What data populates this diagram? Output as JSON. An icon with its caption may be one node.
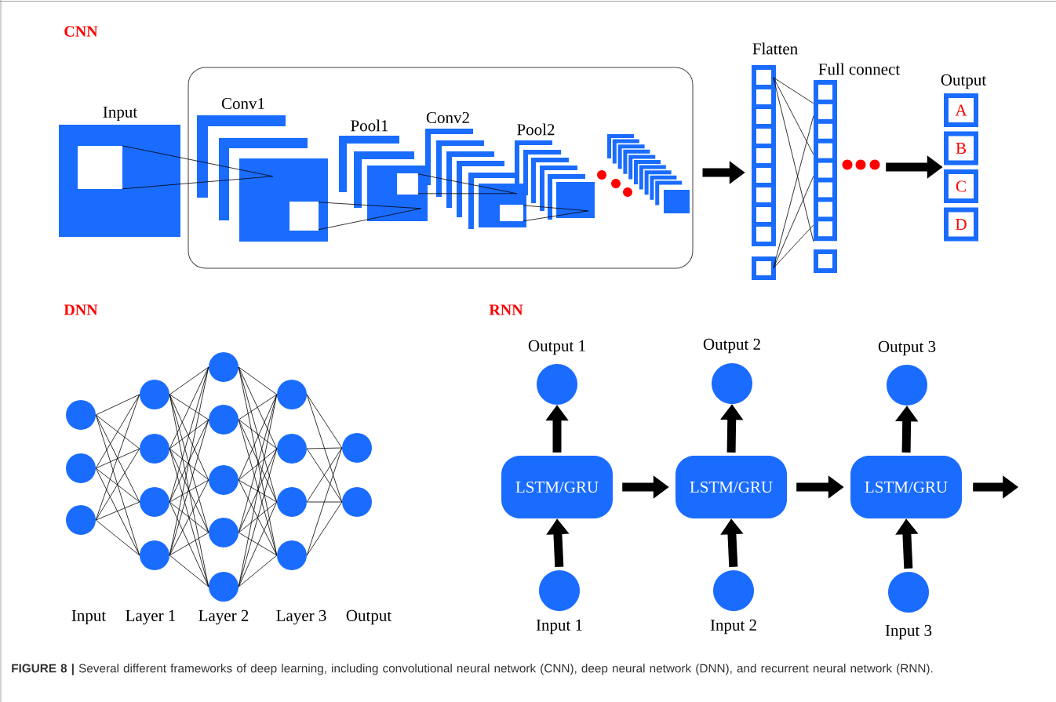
{
  "diagram": {
    "caption": "**FIGURE 8 |** Several different frameworks of deep learning, including convolutional neural network (CNN), deep neural network (DNN), and recurrent neural network (RNN).",
    "nodes": [
      {
        "text": [
          "Input"
        ]
      },
      {
        "text": [],
        "shape": "box"
      },
      {
        "text": [
          "Conv1"
        ],
        "in": 1
      },
      {
        "text": [
          "Pool1"
        ],
        "in": 1
      },
      {
        "text": [
          "Conv2"
        ],
        "in": 1
      },
      {
        "text": [
          "Pool2"
        ],
        "in": 1
      },
      {
        "text": [],
        "shape": "box",
        "in": 1
      },
      {
        "text": [
          "Flatten"
        ]
      },
      {
        "text": [
          "Full connect"
        ]
      },
      {
        "text": [
          "Output"
        ]
      },
      {
        "text": [
          "A"
        ],
        "in": 9
      },
      {
        "text": [
          "B"
        ],
        "in": 9
      },
      {
        "text": [
          "C"
        ],
        "in": 9
      },
      {
        "text": [
          "D"
        ],
        "in": 9
      },
      {
        "text": [],
        "shape": "circle"
      },
      {
        "text": [],
        "shape": "circle"
      },
      {
        "text": [],
        "shape": "circle"
      },
      {
        "text": [],
        "shape": "circle"
      },
      {
        "text": [],
        "shape": "circle"
      },
      {
        "text": [],
        "shape": "circle"
      },
      {
        "text": [],
        "shape": "circle"
      },
      {
        "text": [],
        "shape": "circle"
      },
      {
        "text": [],
        "shape": "circle"
      },
      {
        "text": [],
        "shape": "circle"
      },
      {
        "text": [],
        "shape": "circle"
      },
      {
        "text": [],
        "shape": "circle"
      },
      {
        "text": [],
        "shape": "circle"
      },
      {
        "text": [],
        "shape": "circle"
      },
      {
        "text": [],
        "shape": "circle"
      },
      {
        "text": [],
        "shape": "circle"
      },
      {
        "text": [],
        "shape": "circle"
      },
      {
        "text": [],
        "shape": "circle"
      },
      {
        "text": [
          "Output 1"
        ]
      },
      {
        "text": [
          "Output 2"
        ]
      },
      {
        "text": [
          "Output 3"
        ]
      },
      {
        "text": [
          "LSTM/GRU"
        ]
      },
      {
        "text": [
          "LSTM/GRU"
        ]
      },
      {
        "text": [
          "LSTM/GRU"
        ]
      },
      {
        "text": [
          "Input 1"
        ]
      },
      {
        "text": [
          "Input 2"
        ]
      },
      {
        "text": [
          "Input 3"
        ]
      }
    ],
    "edges": [
      {
        "from": 0,
        "to": 2,
        "arrow": "none"
      },
      {
        "from": 2,
        "to": 3,
        "arrow": "none"
      },
      {
        "from": 3,
        "to": 4,
        "arrow": "none"
      },
      {
        "from": 4,
        "to": 5,
        "arrow": "none"
      },
      {
        "from": 1,
        "to": 7,
        "arrow": "to",
        "style": "thick"
      },
      {
        "from": 7,
        "to": 8,
        "arrow": "none"
      },
      {
        "from": 8,
        "to": 9,
        "arrow": "to",
        "style": "thick"
      },
      {
        "from": 14,
        "to": 17,
        "arrow": "none"
      },
      {
        "from": 14,
        "to": 18,
        "arrow": "none"
      },
      {
        "from": 14,
        "to": 19,
        "arrow": "none"
      },
      {
        "from": 14,
        "to": 20,
        "arrow": "none"
      },
      {
        "from": 15,
        "to": 17,
        "arrow": "none"
      },
      {
        "from": 15,
        "to": 18,
        "arrow": "none"
      },
      {
        "from": 15,
        "to": 19,
        "arrow": "none"
      },
      {
        "from": 15,
        "to": 20,
        "arrow": "none"
      },
      {
        "from": 16,
        "to": 17,
        "arrow": "none"
      },
      {
        "from": 16,
        "to": 18,
        "arrow": "none"
      },
      {
        "from": 16,
        "to": 19,
        "arrow": "none"
      },
      {
        "from": 16,
        "to": 20,
        "arrow": "none"
      },
      {
        "from": 17,
        "to": 21,
        "arrow": "none"
      },
      {
        "from": 17,
        "to": 22,
        "arrow": "none"
      },
      {
        "from": 17,
        "to": 23,
        "arrow": "none"
      },
      {
        "from": 17,
        "to": 24,
        "arrow": "none"
      },
      {
        "from": 17,
        "to": 25,
        "arrow": "none"
      },
      {
        "from": 18,
        "to": 21,
        "arrow": "none"
      },
      {
        "from": 18,
        "to": 22,
        "arrow": "none"
      },
      {
        "from": 18,
        "to": 23,
        "arrow": "none"
      },
      {
        "from": 18,
        "to": 24,
        "arrow": "none"
      },
      {
        "from": 18,
        "to": 25,
        "arrow": "none"
      },
      {
        "from": 19,
        "to": 21,
        "arrow": "none"
      },
      {
        "from": 19,
        "to": 22,
        "arrow": "none"
      },
      {
        "from": 19,
        "to": 23,
        "arrow": "none"
      },
      {
        "from": 19,
        "to": 24,
        "arrow": "none"
      },
      {
        "from": 19,
        "to": 25,
        "arrow": "none"
      },
      {
        "from": 20,
        "to": 21,
        "arrow": "none"
      },
      {
        "from": 20,
        "to": 22,
        "arrow": "none"
      },
      {
        "from": 20,
        "to": 23,
        "arrow": "none"
      },
      {
        "from": 20,
        "to": 24,
        "arrow": "none"
      },
      {
        "from": 20,
        "to": 25,
        "arrow": "none"
      },
      {
        "from": 21,
        "to": 26,
        "arrow": "none"
      },
      {
        "from": 21,
        "to": 27,
        "arrow": "none"
      },
      {
        "from": 21,
        "to": 28,
        "arrow": "none"
      },
      {
        "from": 21,
        "to": 29,
        "arrow": "none"
      },
      {
        "from": 22,
        "to": 26,
        "arrow": "none"
      },
      {
        "from": 22,
        "to": 27,
        "arrow": "none"
      },
      {
        "from": 22,
        "to": 28,
        "arrow": "none"
      },
      {
        "from": 22,
        "to": 29,
        "arrow": "none"
      },
      {
        "from": 23,
        "to": 26,
        "arrow": "none"
      },
      {
        "from": 23,
        "to": 27,
        "arrow": "none"
      },
      {
        "from": 23,
        "to": 28,
        "arrow": "none"
      },
      {
        "from": 23,
        "to": 29,
        "arrow": "none"
      },
      {
        "from": 24,
        "to": 26,
        "arrow": "none"
      },
      {
        "from": 24,
        "to": 27,
        "arrow": "none"
      },
      {
        "from": 24,
        "to": 28,
        "arrow": "none"
      },
      {
        "from": 24,
        "to": 29,
        "arrow": "none"
      },
      {
        "from": 25,
        "to": 26,
        "arrow": "none"
      },
      {
        "from": 25,
        "to": 27,
        "arrow": "none"
      },
      {
        "from": 25,
        "to": 28,
        "arrow": "none"
      },
      {
        "from": 25,
        "to": 29,
        "arrow": "none"
      },
      {
        "from": 26,
        "to": 30,
        "arrow": "none"
      },
      {
        "from": 26,
        "to": 31,
        "arrow": "none"
      },
      {
        "from": 27,
        "to": 30,
        "arrow": "none"
      },
      {
        "from": 27,
        "to": 31,
        "arrow": "none"
      },
      {
        "from": 28,
        "to": 30,
        "arrow": "none"
      },
      {
        "from": 28,
        "to": 31,
        "arrow": "none"
      },
      {
        "from": 29,
        "to": 30,
        "arrow": "none"
      },
      {
        "from": 29,
        "to": 31,
        "arrow": "none"
      },
      {
        "from": 38,
        "to": 35,
        "arrow": "to",
        "style": "thick"
      },
      {
        "from": 35,
        "to": 32,
        "arrow": "to",
        "style": "thick"
      },
      {
        "from": 39,
        "to": 36,
        "arrow": "to",
        "style": "thick"
      },
      {
        "from": 36,
        "to": 33,
        "arrow": "to",
        "style": "thick"
      },
      {
        "from": 40,
        "to": 37,
        "arrow": "to",
        "style": "thick"
      },
      {
        "from": 37,
        "to": 34,
        "arrow": "to",
        "style": "thick"
      },
      {
        "from": 35,
        "to": 36,
        "arrow": "to",
        "style": "thick"
      },
      {
        "from": 36,
        "to": 37,
        "arrow": "to",
        "style": "thick"
      },
      {
        "from": 37,
        "to": null,
        "arrow": "to",
        "style": "thick"
      }
    ],
    "labels": [
      "CNN",
      "DNN",
      "RNN",
      "Input",
      "Layer 1",
      "Layer 2",
      "Layer 3",
      "Output"
    ]
  }
}
